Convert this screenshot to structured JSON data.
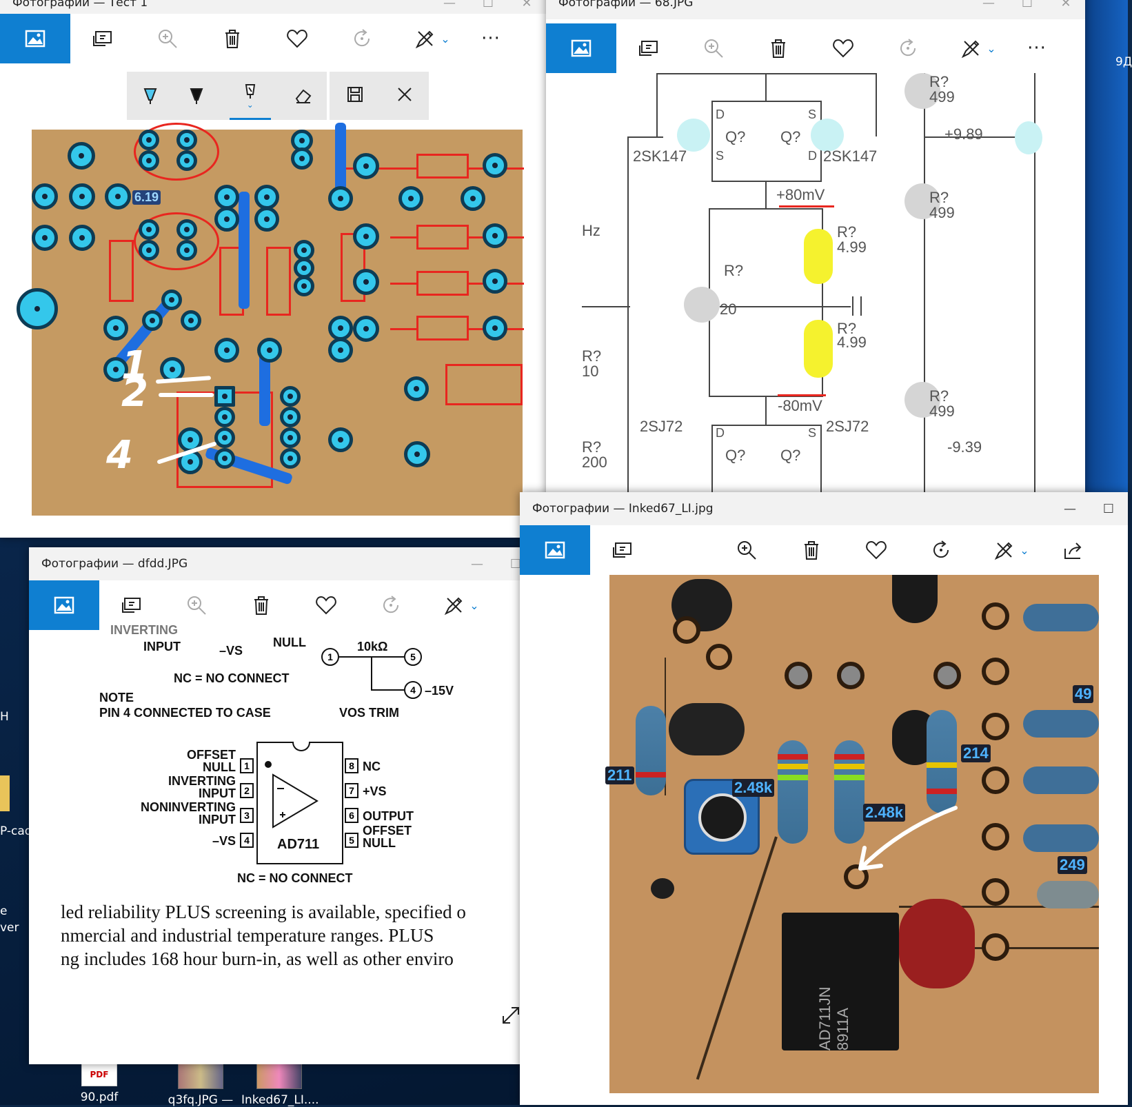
{
  "desktop": {
    "right_edge_label": "9Д",
    "left_fragments": [
      "Н",
      "P-cad",
      "e",
      "ver"
    ],
    "taskbar_icons": [
      {
        "label": "90.pdf",
        "badge": "PDF"
      },
      {
        "label": "q3fq.JPG —"
      },
      {
        "label": "Inked67_LI...."
      }
    ]
  },
  "window_top_left": {
    "title": "Фотографии — Тест 1",
    "more_label": "···",
    "pen_tools": [
      "ballpoint-pen",
      "pencil",
      "calligraphy-pen",
      "eraser",
      "save",
      "close"
    ],
    "annotations": [
      "1",
      "2",
      "4"
    ],
    "pcb_label": "6.19"
  },
  "window_top_right": {
    "title": "Фотографии — 68.JPG",
    "more_label": "···",
    "schematic": {
      "transistors_n": [
        "2SK147",
        "2SK147"
      ],
      "transistors_p": [
        "2SJ72",
        "2SJ72"
      ],
      "q_labels": [
        "Q?",
        "Q?",
        "Q?",
        "Q?"
      ],
      "pin_labels": [
        "D",
        "S",
        "S",
        "D",
        "D",
        "S"
      ],
      "voltages": [
        "+80mV",
        "-80mV",
        "+9.89",
        "-9.39"
      ],
      "resistor_ref": "R?",
      "resistors": [
        "4.99",
        "4.99",
        "499",
        "499",
        "499"
      ],
      "trimmer": "20",
      "left_cut": [
        "Hz",
        "R?",
        "10",
        "R?",
        "200"
      ]
    }
  },
  "window_bottom_left": {
    "title": "Фотографии — dfdd.JPG",
    "datasheet": {
      "top_cut": "INVERTING",
      "input_label": "INPUT",
      "vs_label": "–VS",
      "null_label": "NULL",
      "nc_note": "NC = NO CONNECT",
      "note_title": "NOTE",
      "note_text": "PIN 4 CONNECTED TO CASE",
      "pot_value": "10kΩ",
      "pot_pins": [
        "1",
        "5",
        "4"
      ],
      "pot_supply": "–15V",
      "vos_trim": "VOS TRIM",
      "chip": "AD711",
      "left_pins": [
        {
          "num": "1",
          "label": "OFFSET NULL"
        },
        {
          "num": "2",
          "label": "INVERTING INPUT"
        },
        {
          "num": "3",
          "label": "NONINVERTING INPUT"
        },
        {
          "num": "4",
          "label": "–VS"
        }
      ],
      "right_pins": [
        {
          "num": "8",
          "label": "NC"
        },
        {
          "num": "7",
          "label": "+VS"
        },
        {
          "num": "6",
          "label": "OUTPUT"
        },
        {
          "num": "5",
          "label": "OFFSET NULL"
        }
      ],
      "nc_note_bottom": "NC = NO CONNECT",
      "body_lines": [
        "led reliability PLUS screening is available, specified o",
        "nmercial and industrial temperature ranges. PLUS",
        "ng includes 168 hour burn-in, as well as other enviro"
      ]
    }
  },
  "window_bottom_right": {
    "title": "Фотографии — Inked67_LI.jpg",
    "photo_labels": [
      "49",
      "211",
      "2.48k",
      "2.48k",
      "214",
      "249"
    ],
    "chip_marking": "AD711JN 8911A"
  }
}
